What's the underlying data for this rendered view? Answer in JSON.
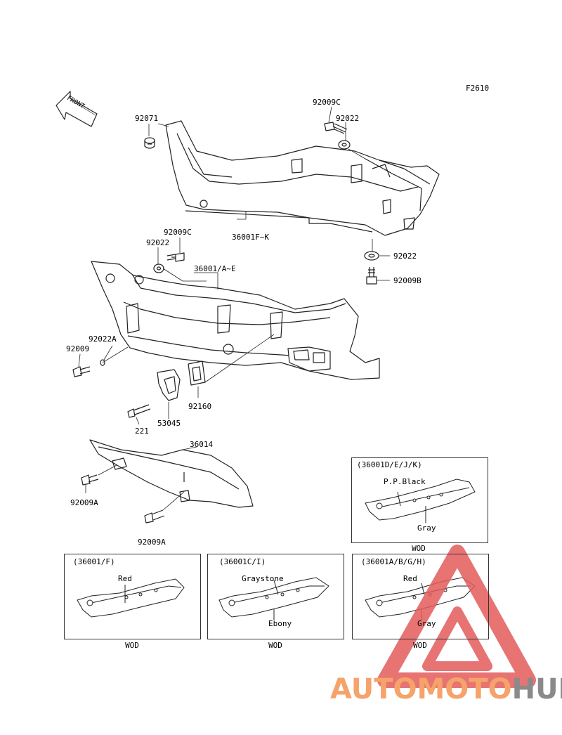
{
  "figure_code": "F2610",
  "front_label": "FRONT",
  "parts": {
    "p92071": "92071",
    "p92009C_top": "92009C",
    "p92022_top": "92022",
    "p36001FK": "36001F~K",
    "p92022_right": "92022",
    "p92009B": "92009B",
    "p92009C_mid": "92009C",
    "p92022_mid": "92022",
    "p36001AE": "36001/A~E",
    "p92022A": "92022A",
    "p92009": "92009",
    "p92160": "92160",
    "p53045": "53045",
    "p221": "221",
    "p36014": "36014",
    "p92009A_a": "92009A",
    "p92009A_b": "92009A"
  },
  "insets": {
    "box1": {
      "title": "(36001D/E/J/K)",
      "label1": "P.P.Black",
      "label2": "Gray",
      "caption": "WOD"
    },
    "box2": {
      "title": "(36001/F)",
      "label1": "Red",
      "caption": "WOD"
    },
    "box3": {
      "title": "(36001C/I)",
      "label1": "Graystone",
      "label2": "Ebony",
      "caption": "WOD"
    },
    "box4": {
      "title": "(36001A/B/G/H)",
      "label1": "Red",
      "label2": "Gray",
      "caption": "WOD"
    }
  },
  "watermark": {
    "part1": "AUTOMOTO",
    "part2": "HUB",
    "color1": "#f5a36a",
    "color2": "#8a8a8a",
    "triangle_color": "#e35a5a"
  }
}
